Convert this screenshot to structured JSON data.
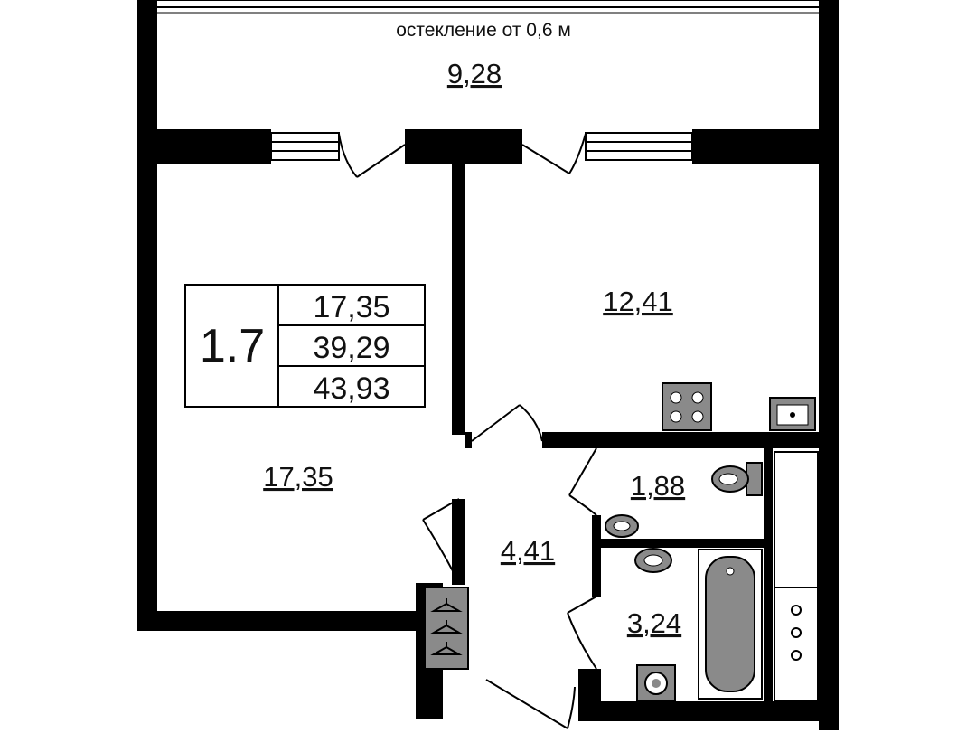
{
  "balcony": {
    "caption": "остекление от 0,6 м",
    "area": "9,28"
  },
  "rooms": {
    "room_left": "17,35",
    "room_right": "12,41",
    "hall": "4,41",
    "toilet": "1,88",
    "bathroom": "3,24"
  },
  "summary_table": {
    "apartment_id": "1.7",
    "living_area": "17,35",
    "total_area": "39,29",
    "total_area_with_balcony": "43,93"
  },
  "icons": [
    "stove-icon",
    "sink-icon",
    "toilet-icon",
    "washbasin-icon",
    "bathtub-icon",
    "washing-machine-icon",
    "hanger-icon",
    "cabinet-icon"
  ],
  "colors": {
    "wall": "#000000",
    "fixture_gray": "#8a8a8a",
    "background": "#ffffff"
  }
}
